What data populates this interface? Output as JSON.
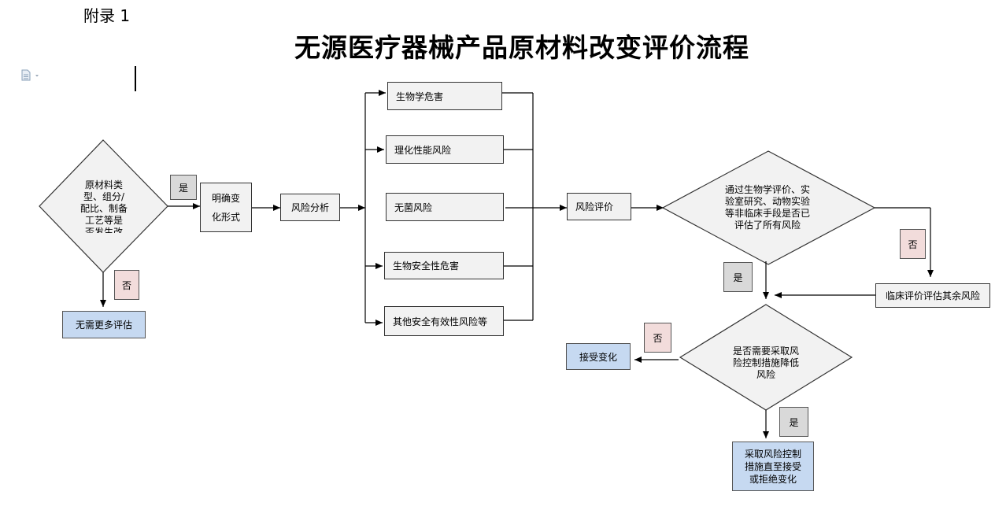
{
  "header": {
    "appendix_label": "附录 1",
    "title": "无源医疗器械产品原材料改变评价流程"
  },
  "toolbar": {
    "paste_options_icon": "document-icon"
  },
  "nodes": {
    "material_change": "原材料类\n型、组分/\n配比、制备\n工艺等是\n否发生改",
    "no_further_eval": "无需更多评估",
    "clarify_change": "明确变\n化形式",
    "risk_analysis": "风险分析",
    "bio_hazard": "生物学危害",
    "physchem_risk": "理化性能风险",
    "sterile_risk": "无菌风险",
    "biosafety_hazard": "生物安全性危害",
    "other_risk": "其他安全有效性风险等",
    "risk_eval": "风险评价",
    "all_evaluated": "通过生物学评价、实\n验室研究、动物实验\n等非临床手段是否已\n评估了所有风险",
    "clinical_eval": "临床评价评估其余风险",
    "need_control": "是否需要采取风\n险控制措施降低\n风险",
    "accept_change": "接受变化",
    "take_control": "采取风险控制\n措施直至接受\n或拒绝变化"
  },
  "labels": {
    "yes": "是",
    "no": "否"
  },
  "colors": {
    "box_fill": "#f2f2f2",
    "terminal_fill": "#c6d9f1",
    "yes_tag_fill": "#d9d9d9",
    "no_tag_fill": "#f2dcdb"
  }
}
